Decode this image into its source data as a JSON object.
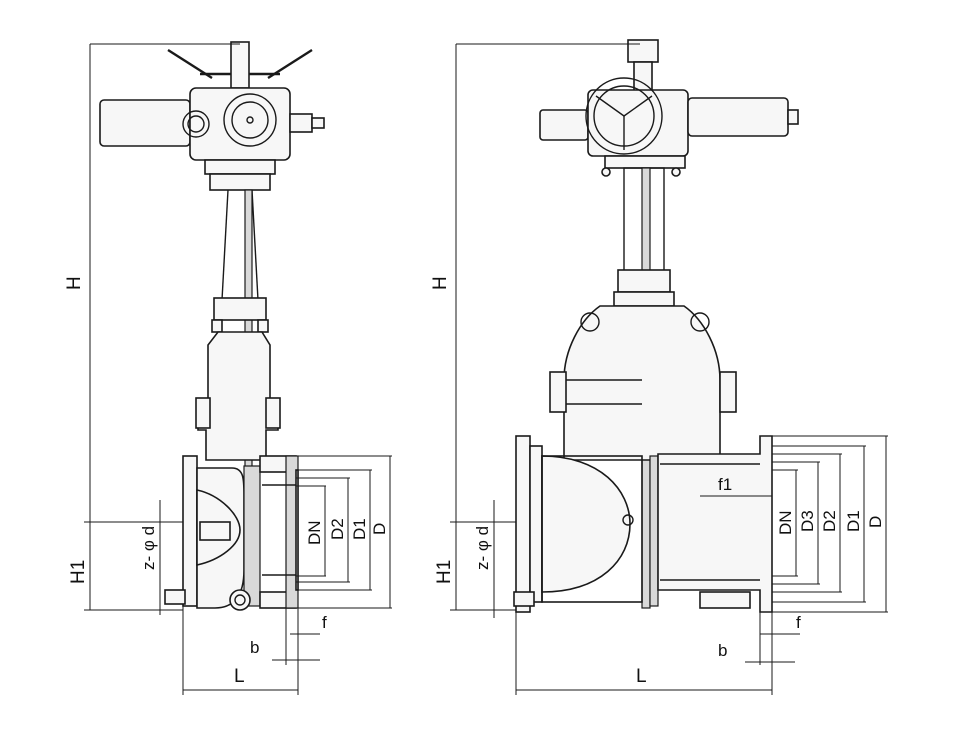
{
  "left_valve": {
    "labels": {
      "H": "H",
      "H1": "H1",
      "z_phi_d": "z- φ d",
      "DN": "DN",
      "D2": "D2",
      "D1": "D1",
      "D": "D",
      "f": "f",
      "b": "b",
      "L": "L"
    }
  },
  "right_valve": {
    "labels": {
      "H": "H",
      "H1": "H1",
      "z_phi_d": "z- φ d",
      "f1": "f1",
      "DN": "DN",
      "D3": "D3",
      "D2": "D2",
      "D1": "D1",
      "D": "D",
      "f": "f",
      "b": "b",
      "L": "L"
    }
  }
}
